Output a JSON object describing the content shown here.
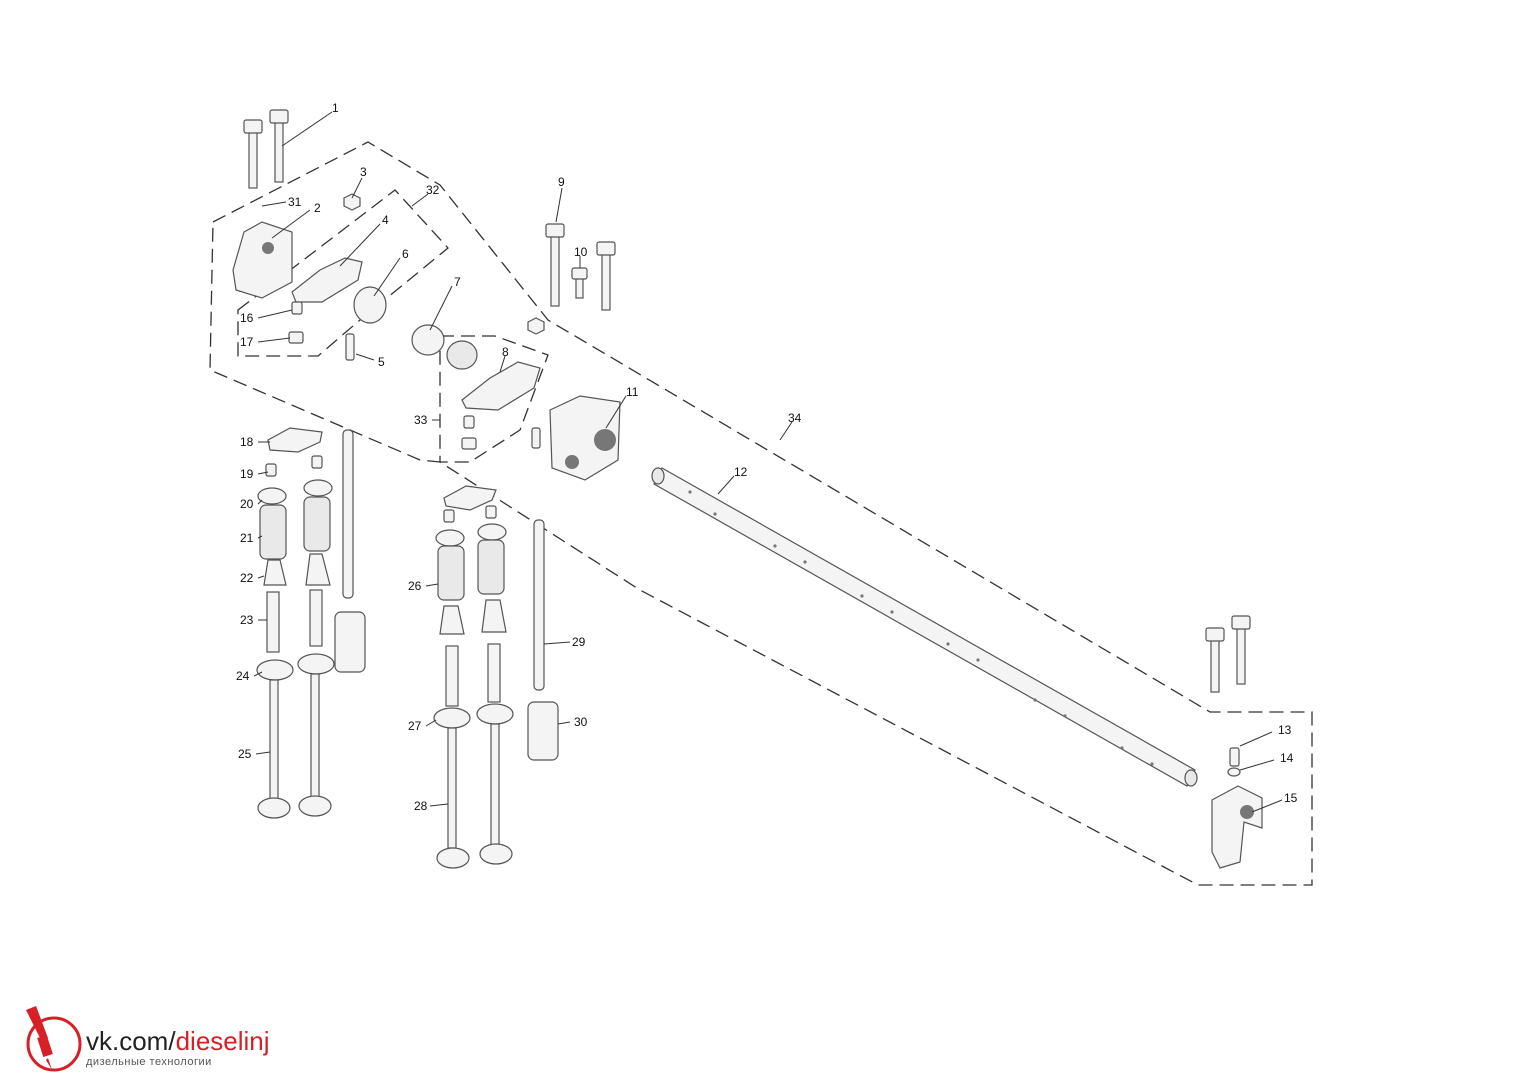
{
  "callouts": [
    "1",
    "2",
    "3",
    "4",
    "5",
    "6",
    "7",
    "8",
    "9",
    "10",
    "11",
    "12",
    "13",
    "14",
    "15",
    "16",
    "17",
    "18",
    "19",
    "20",
    "21",
    "22",
    "23",
    "24",
    "25",
    "26",
    "27",
    "28",
    "29",
    "30",
    "31",
    "32",
    "33",
    "34"
  ],
  "brand": {
    "url_prefix": "vk.com/",
    "url_accent": "dieselinj",
    "tagline": "дизельные технологии",
    "accent_color": "#d71f26"
  }
}
